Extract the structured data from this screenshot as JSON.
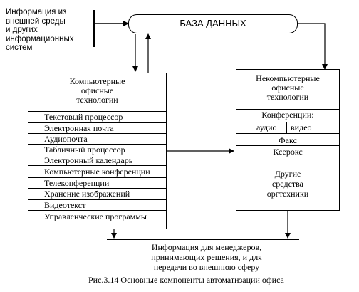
{
  "source_note": [
    "Информация из",
    "внешней среды",
    "и других",
    "информационных",
    "систем"
  ],
  "database": "БАЗА ДАННЫХ",
  "computer_box": {
    "title": [
      "Компьютерные",
      "офисные",
      "технологии"
    ],
    "items": [
      "Текстовый процессор",
      "Электронная почта",
      "Аудиопочта",
      "Табличный процессор",
      "Электронный календарь",
      "Компьютерные конференции",
      "Телеконференции",
      "Хранение изображений",
      "Видеотекст",
      "Управленческие программы"
    ]
  },
  "noncomputer_box": {
    "title": [
      "Некомпьютерные",
      "офисные",
      "технологии"
    ],
    "conferences": "Конференции:",
    "audio": "аудио",
    "video": "видео",
    "fax": "Факс",
    "xerox": "Ксерокс",
    "other": [
      "Другие",
      "средства",
      "оргтехники"
    ]
  },
  "output_note": [
    "Информация для менеджеров,",
    "принимающих решения, и для",
    "передачи во внешнюю сферу"
  ],
  "caption": "Рис.3.14 Основные компоненты автоматизации офиса"
}
